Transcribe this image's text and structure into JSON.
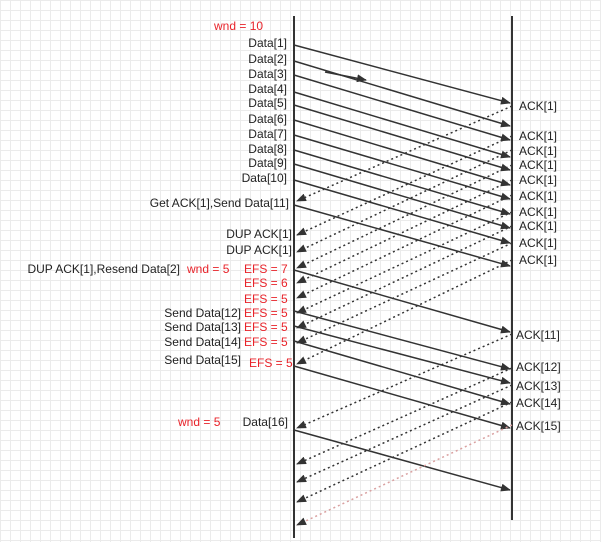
{
  "diagram": {
    "left_labels": [
      {
        "text": "Data[1]"
      },
      {
        "text": "Data[2]"
      },
      {
        "text": "Data[3]"
      },
      {
        "text": "Data[4]"
      },
      {
        "text": "Data[5]"
      },
      {
        "text": "Data[6]"
      },
      {
        "text": "Data[7]"
      },
      {
        "text": "Data[8]"
      },
      {
        "text": "Data[9]"
      },
      {
        "text": "Data[10]"
      },
      {
        "text": "Get ACK[1],Send Data[11]"
      },
      {
        "text": "DUP ACK[1]"
      },
      {
        "text": "DUP ACK[1]"
      },
      {
        "text": "DUP ACK[1],Resend Data[2]"
      },
      {
        "text": "Send Data[12]"
      },
      {
        "text": "Send Data[13]"
      },
      {
        "text": "Send Data[14]"
      },
      {
        "text": "Send Data[15]"
      },
      {
        "text": "Data[16]"
      }
    ],
    "red_labels": [
      {
        "text": "wnd = 10"
      },
      {
        "text": "wnd = 5"
      },
      {
        "text": "EFS = 7"
      },
      {
        "text": "EFS = 6"
      },
      {
        "text": "EFS = 5"
      },
      {
        "text": "EFS = 5"
      },
      {
        "text": "EFS = 5"
      },
      {
        "text": "EFS = 5"
      },
      {
        "text": "EFS = 5"
      },
      {
        "text": "wnd = 5"
      }
    ],
    "right_labels": [
      {
        "text": "ACK[1]"
      },
      {
        "text": "ACK[1]"
      },
      {
        "text": "ACK[1]"
      },
      {
        "text": "ACK[1]"
      },
      {
        "text": "ACK[1]"
      },
      {
        "text": "ACK[1]"
      },
      {
        "text": "ACK[1]"
      },
      {
        "text": "ACK[1]"
      },
      {
        "text": "ACK[1]"
      },
      {
        "text": "ACK[1]"
      },
      {
        "text": "ACK[11]"
      },
      {
        "text": "ACK[12]"
      },
      {
        "text": "ACK[13]"
      },
      {
        "text": "ACK[14]"
      },
      {
        "text": "ACK[15]"
      }
    ],
    "colors": {
      "line": "#333333",
      "label_red": "#e8232a",
      "highlight_ack": "#d9a0a0",
      "grid": "#ebebeb"
    }
  }
}
